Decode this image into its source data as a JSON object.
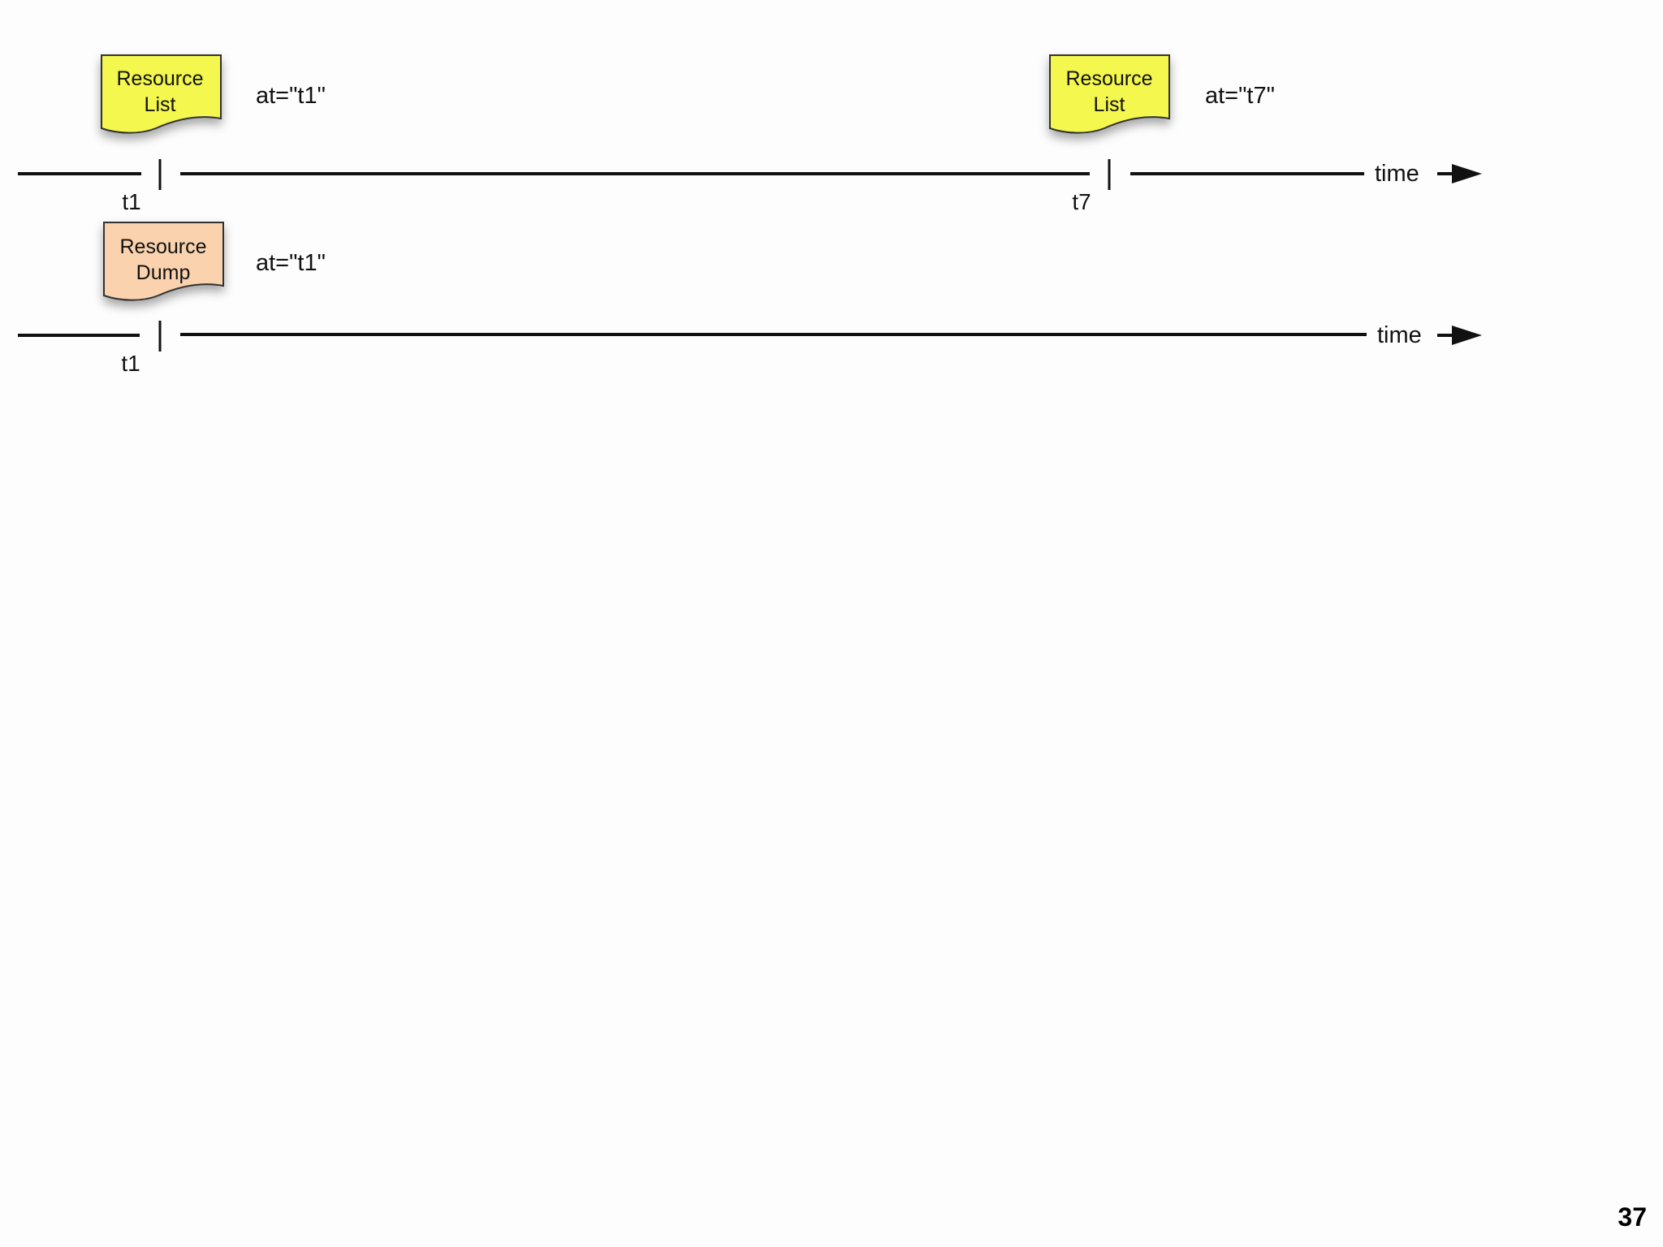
{
  "timelines": [
    {
      "axis_label": "time",
      "events": [
        {
          "time_label": "t1",
          "document_line1": "Resource",
          "document_line2": "List",
          "attribute": "at=\"t1\"",
          "document_color": "#f4f74e"
        },
        {
          "time_label": "t7",
          "document_line1": "Resource",
          "document_line2": "List",
          "attribute": "at=\"t7\"",
          "document_color": "#f4f74e"
        }
      ]
    },
    {
      "axis_label": "time",
      "events": [
        {
          "time_label": "t1",
          "document_line1": "Resource",
          "document_line2": "Dump",
          "attribute": "at=\"t1\"",
          "document_color": "#fad2ae"
        }
      ]
    }
  ],
  "page_number": "37"
}
